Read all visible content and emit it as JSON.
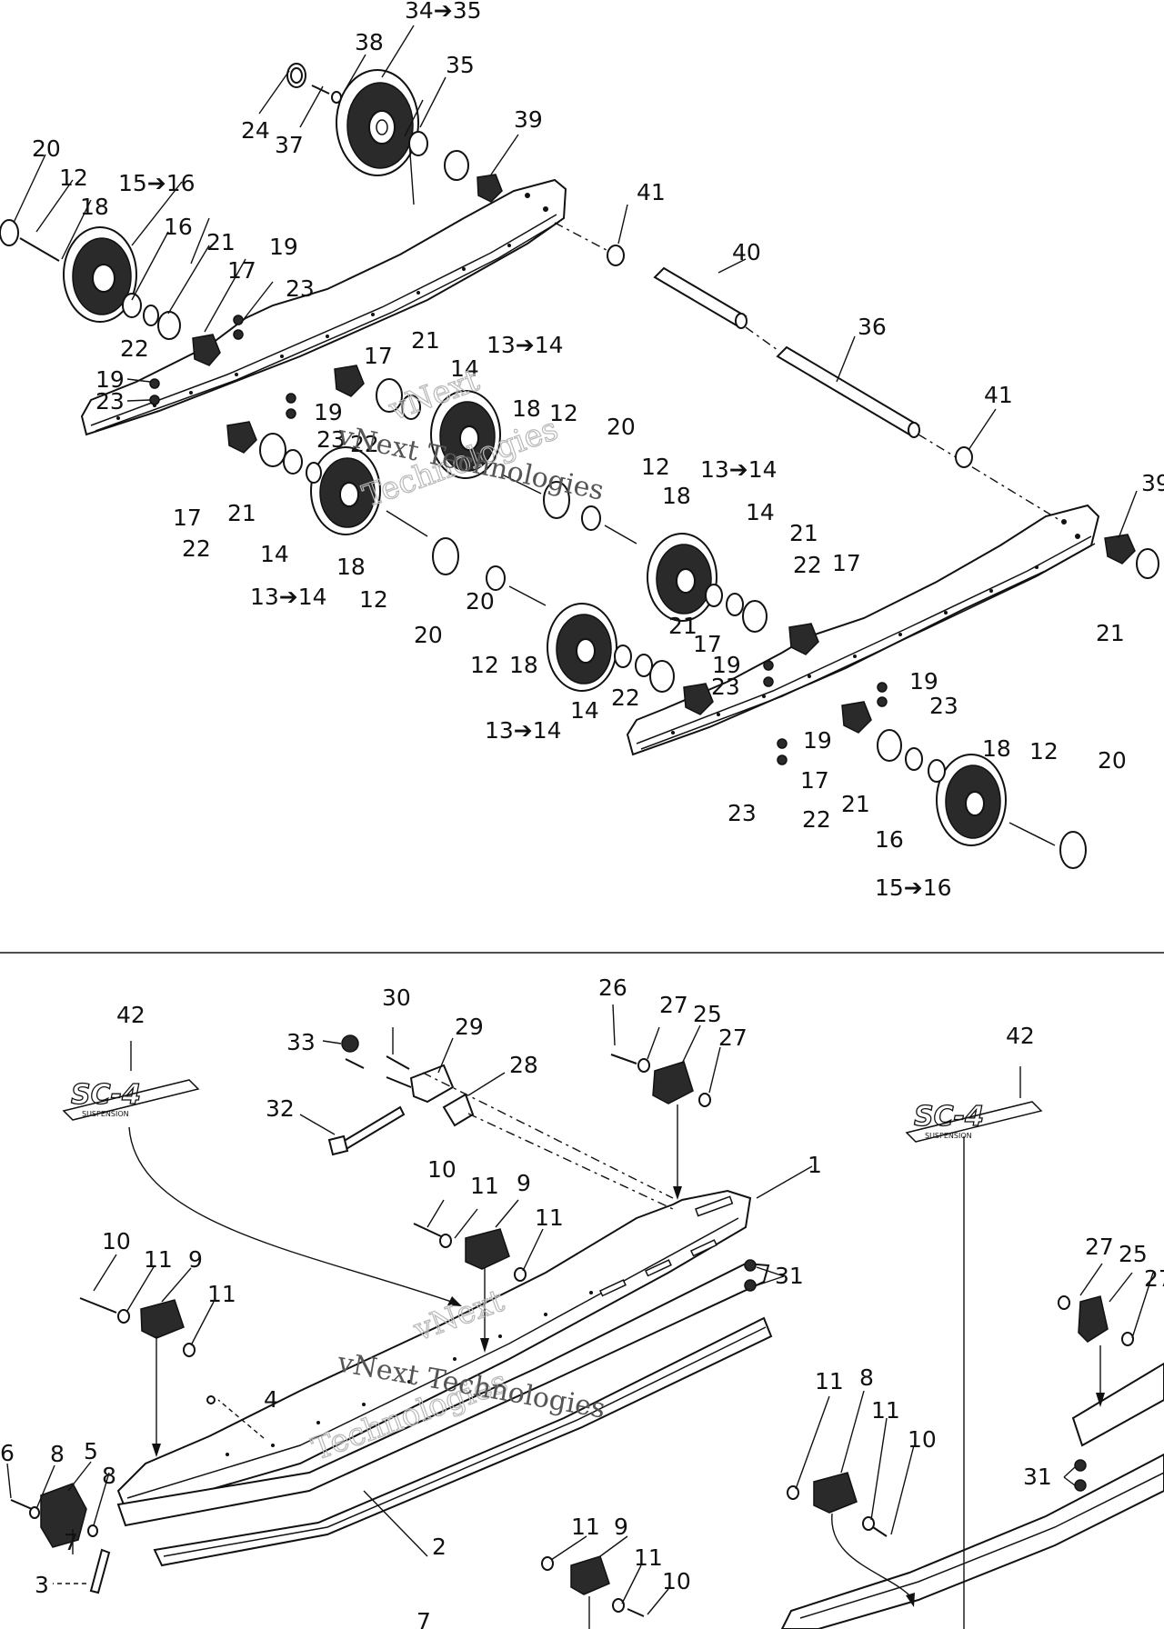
{
  "divider_color": "#111111",
  "watermark": {
    "line1": "vNext",
    "line2": "Technologies",
    "line3": "vNext Technologies"
  },
  "logo_text": "SC-4",
  "logo_subtext": "SUSPENSION",
  "top_callouts": [
    "34➔35",
    "38",
    "35",
    "24",
    "37",
    "39",
    "20",
    "12",
    "15➔16",
    "18",
    "16",
    "21",
    "19",
    "17",
    "23",
    "41",
    "40",
    "36",
    "41",
    "39",
    "22",
    "19",
    "23",
    "17",
    "21",
    "13➔14",
    "14",
    "19",
    "23",
    "22",
    "18",
    "12",
    "20",
    "17",
    "21",
    "22",
    "14",
    "13➔14",
    "18",
    "12",
    "20",
    "12",
    "13➔14",
    "18",
    "14",
    "21",
    "22",
    "17",
    "20",
    "12",
    "18",
    "21",
    "17",
    "19",
    "23",
    "22",
    "13➔14",
    "14",
    "19",
    "23",
    "19",
    "17",
    "22",
    "21",
    "18",
    "12",
    "20",
    "16",
    "15➔16",
    "23",
    "21"
  ],
  "bottom_callouts": [
    "42",
    "30",
    "33",
    "29",
    "28",
    "26",
    "27",
    "25",
    "27",
    "32",
    "42",
    "10",
    "11",
    "9",
    "11",
    "1",
    "10",
    "11",
    "9",
    "11",
    "31",
    "6",
    "8",
    "5",
    "8",
    "4",
    "7",
    "3",
    "2",
    "7",
    "27",
    "25",
    "27",
    "11",
    "8",
    "11",
    "10",
    "31",
    "11",
    "9",
    "11",
    "10"
  ]
}
